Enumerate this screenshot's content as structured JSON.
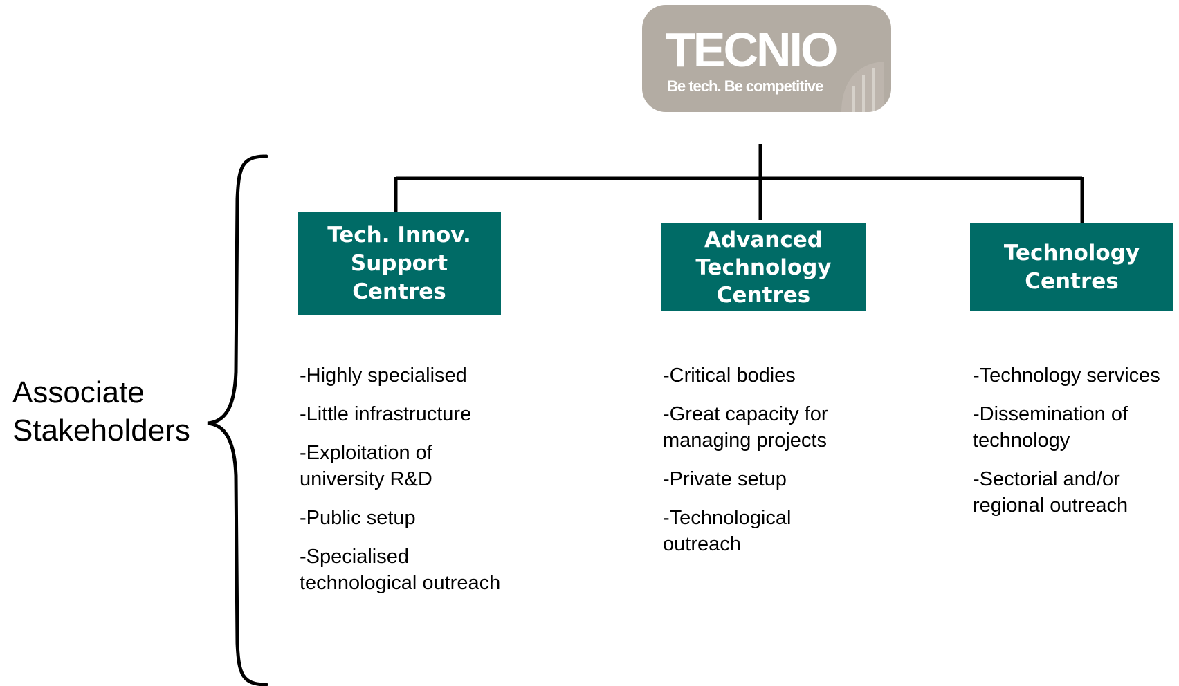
{
  "logo": {
    "title": "TECNIO",
    "tagline": "Be tech. Be competitive",
    "background": "#b3aca3"
  },
  "side_label": {
    "line1": "Associate",
    "line2": "Stakeholders"
  },
  "box_color": "#006b66",
  "boxes": [
    {
      "lines": [
        "Tech. Innov.",
        "Support",
        "Centres"
      ],
      "items": [
        "-Highly specialised",
        "-Little infrastructure",
        "-Exploitation of university R&D",
        "-Public setup",
        "-Specialised technological outreach"
      ]
    },
    {
      "lines": [
        "Advanced",
        "Technology",
        "Centres"
      ],
      "items": [
        "-Critical bodies",
        "-Great capacity for managing projects",
        "-Private setup",
        "-Technological outreach"
      ]
    },
    {
      "lines": [
        "Technology",
        "Centres"
      ],
      "items": [
        "-Technology services",
        "-Dissemination of technology",
        "-Sectorial and/or regional outreach"
      ]
    }
  ]
}
